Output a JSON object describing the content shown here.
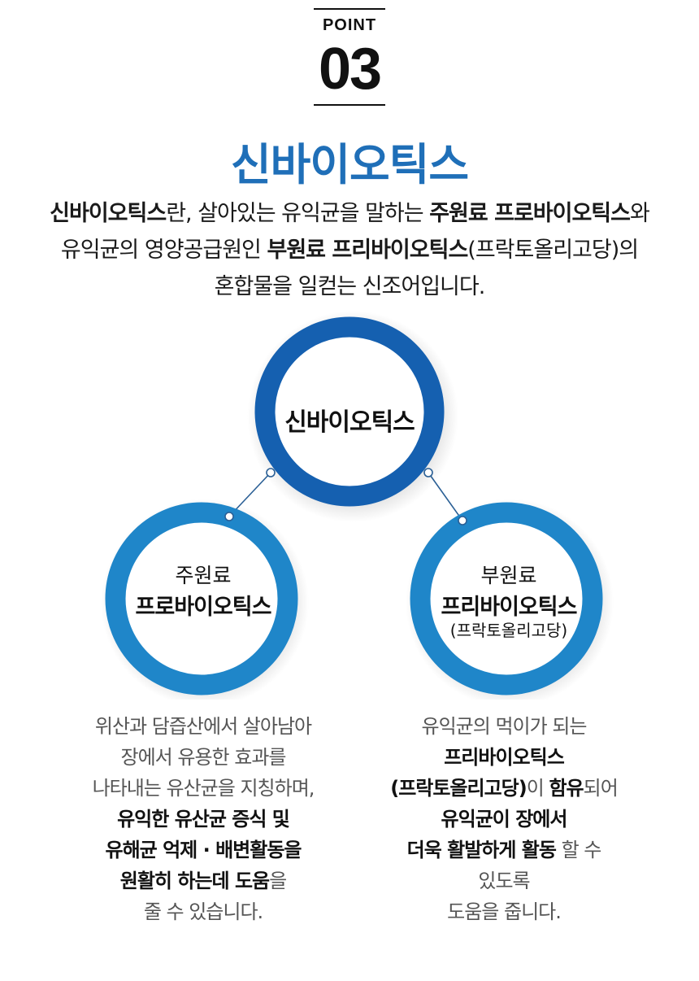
{
  "header": {
    "point_label": "POINT",
    "point_number": "03"
  },
  "title": "신바이오틱스",
  "intro": {
    "line1_b1": "신바이오틱스",
    "line1_t1": "란, 살아있는 유익균을 말하는 ",
    "line1_b2": "주원료 프로바이오틱스",
    "line1_t2": "와",
    "line2_t1": "유익균의 영양공급원인 ",
    "line2_b1": "부원료 프리바이오틱스",
    "line2_t2": "(프락토올리고당)의",
    "line3": "혼합물을 일컫는 신조어입니다."
  },
  "diagram": {
    "top_label": "신바이오틱스",
    "left": {
      "sub": "주원료",
      "main": "프로바이오틱스"
    },
    "right": {
      "sub": "부원료",
      "main": "프리바이오틱스",
      "paren": "(프락토올리고당)"
    },
    "colors": {
      "dark_ring": "#1560b0",
      "light_ring": "#1f86c9",
      "line": "#2a5f95"
    }
  },
  "desc_left": {
    "l1": "위산과 담즙산에서 살아남아",
    "l2": "장에서 유용한 효과를",
    "l3": "나타내는 유산균을 지칭하며,",
    "l4": "유익한 유산균 증식 및",
    "l5": "유해균 억제 · 배변활동을",
    "l6b": "원활히 하는데 도움",
    "l6t": "을",
    "l7": "줄 수 있습니다."
  },
  "desc_right": {
    "l1": "유익균의 먹이가 되는",
    "l2": "프리바이오틱스",
    "l3b1": "(프락토올리고당)",
    "l3t1": "이 ",
    "l3b2": "함유",
    "l3t2": "되어",
    "l4": "유익균이 장에서",
    "l5b": "더욱 활발하게 활동",
    "l5t": " 할 수",
    "l6": "있도록",
    "l7": "도움을 줍니다."
  }
}
